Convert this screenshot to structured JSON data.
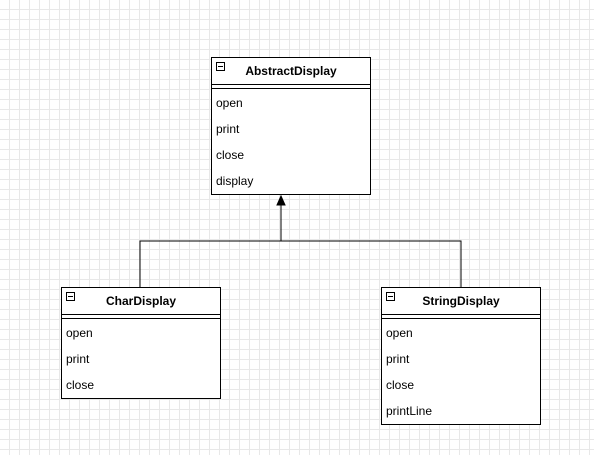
{
  "classes": {
    "abstract_display": {
      "name": "AbstractDisplay",
      "members": [
        "open",
        "print",
        "close",
        "display"
      ]
    },
    "char_display": {
      "name": "CharDisplay",
      "members": [
        "open",
        "print",
        "close"
      ]
    },
    "string_display": {
      "name": "StringDisplay",
      "members": [
        "open",
        "print",
        "close",
        "printLine"
      ]
    }
  },
  "relationships": [
    {
      "type": "generalization",
      "from": "CharDisplay",
      "to": "AbstractDisplay"
    },
    {
      "type": "generalization",
      "from": "StringDisplay",
      "to": "AbstractDisplay"
    }
  ],
  "colors": {
    "grid": "#e8e8e8",
    "line": "#000000",
    "background": "#ffffff"
  }
}
